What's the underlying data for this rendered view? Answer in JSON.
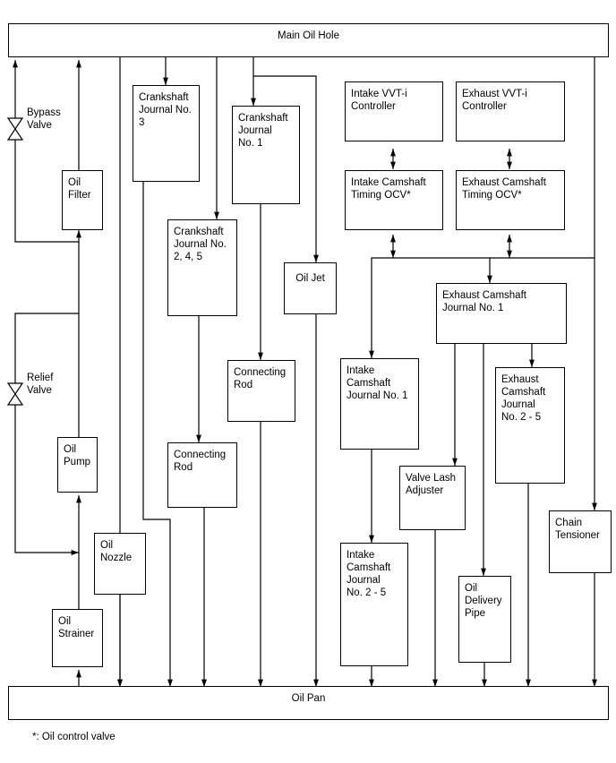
{
  "nodes": {
    "main_oil_hole": "Main Oil Hole",
    "oil_pan": "Oil Pan",
    "oil_filter": "Oil\nFilter",
    "oil_pump": "Oil\nPump",
    "oil_strainer": "Oil\nStrainer",
    "oil_nozzle": "Oil\nNozzle",
    "crankshaft_journal_3": "Crankshaft\nJournal No.\n3",
    "crankshaft_journal_1": "Crankshaft\nJournal\nNo. 1",
    "crankshaft_journal_245": "Crankshaft\nJournal No.\n2, 4, 5",
    "oil_jet": "Oil Jet",
    "connecting_rod_a": "Connecting\nRod",
    "connecting_rod_b": "Connecting\nRod",
    "intake_vvti": "Intake VVT-i\nController",
    "exhaust_vvti": "Exhaust VVT-i\nController",
    "intake_ocv": "Intake Camshaft\nTiming OCV*",
    "exhaust_ocv": "Exhaust Camshaft\nTiming OCV*",
    "exhaust_cam_journal_1": "Exhaust Camshaft\nJournal No. 1",
    "intake_cam_journal_1": "Intake\nCamshaft\nJournal No. 1",
    "exhaust_cam_journal_25": "Exhaust\nCamshaft\nJournal\nNo. 2 - 5",
    "valve_lash_adjuster": "Valve Lash\nAdjuster",
    "intake_cam_journal_25": "Intake\nCamshaft\nJournal\nNo. 2 - 5",
    "oil_delivery_pipe": "Oil\nDelivery\nPipe",
    "chain_tensioner": "Chain\nTensioner"
  },
  "valves": {
    "bypass": "Bypass\nValve",
    "relief": "Relief\nValve"
  },
  "footnote": "*: Oil control valve"
}
